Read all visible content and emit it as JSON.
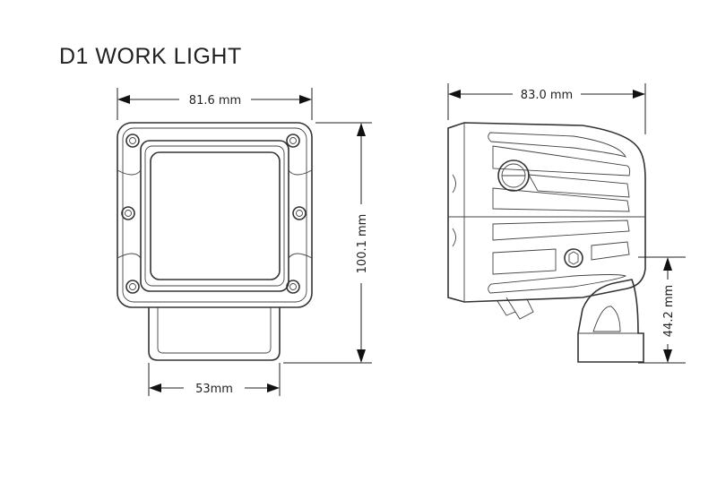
{
  "title": "D1 WORK LIGHT",
  "dimensions": {
    "front_width": "81.6 mm",
    "front_height": "100.1 mm",
    "bracket_width": "53mm",
    "side_depth": "83.0 mm",
    "mount_height": "44.2 mm"
  }
}
